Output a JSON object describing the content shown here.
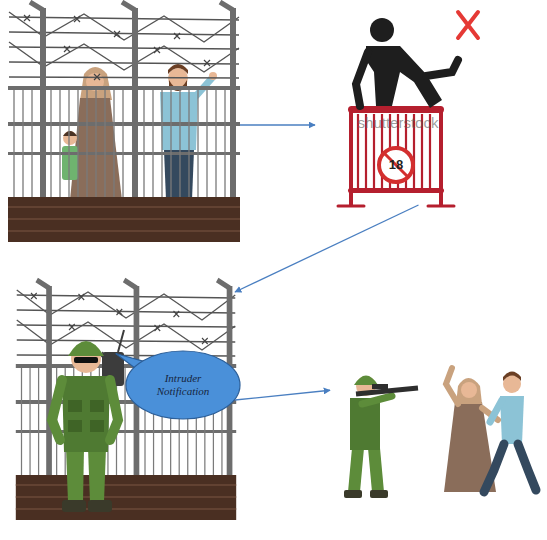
{
  "diagram": {
    "nodes": [
      {
        "text": []
      },
      {
        "text": []
      },
      {
        "text": []
      },
      {
        "text": []
      },
      {
        "text": [
          "Intruder Notification"
        ],
        "in": 2
      }
    ],
    "edges": [
      {
        "from": 0,
        "to": 1,
        "arrow": "to"
      },
      {
        "from": 1,
        "to": 2,
        "arrow": "to"
      },
      {
        "from": 2,
        "to": 3,
        "arrow": "to"
      }
    ],
    "labels": [
      "shutterstock",
      "18"
    ]
  }
}
